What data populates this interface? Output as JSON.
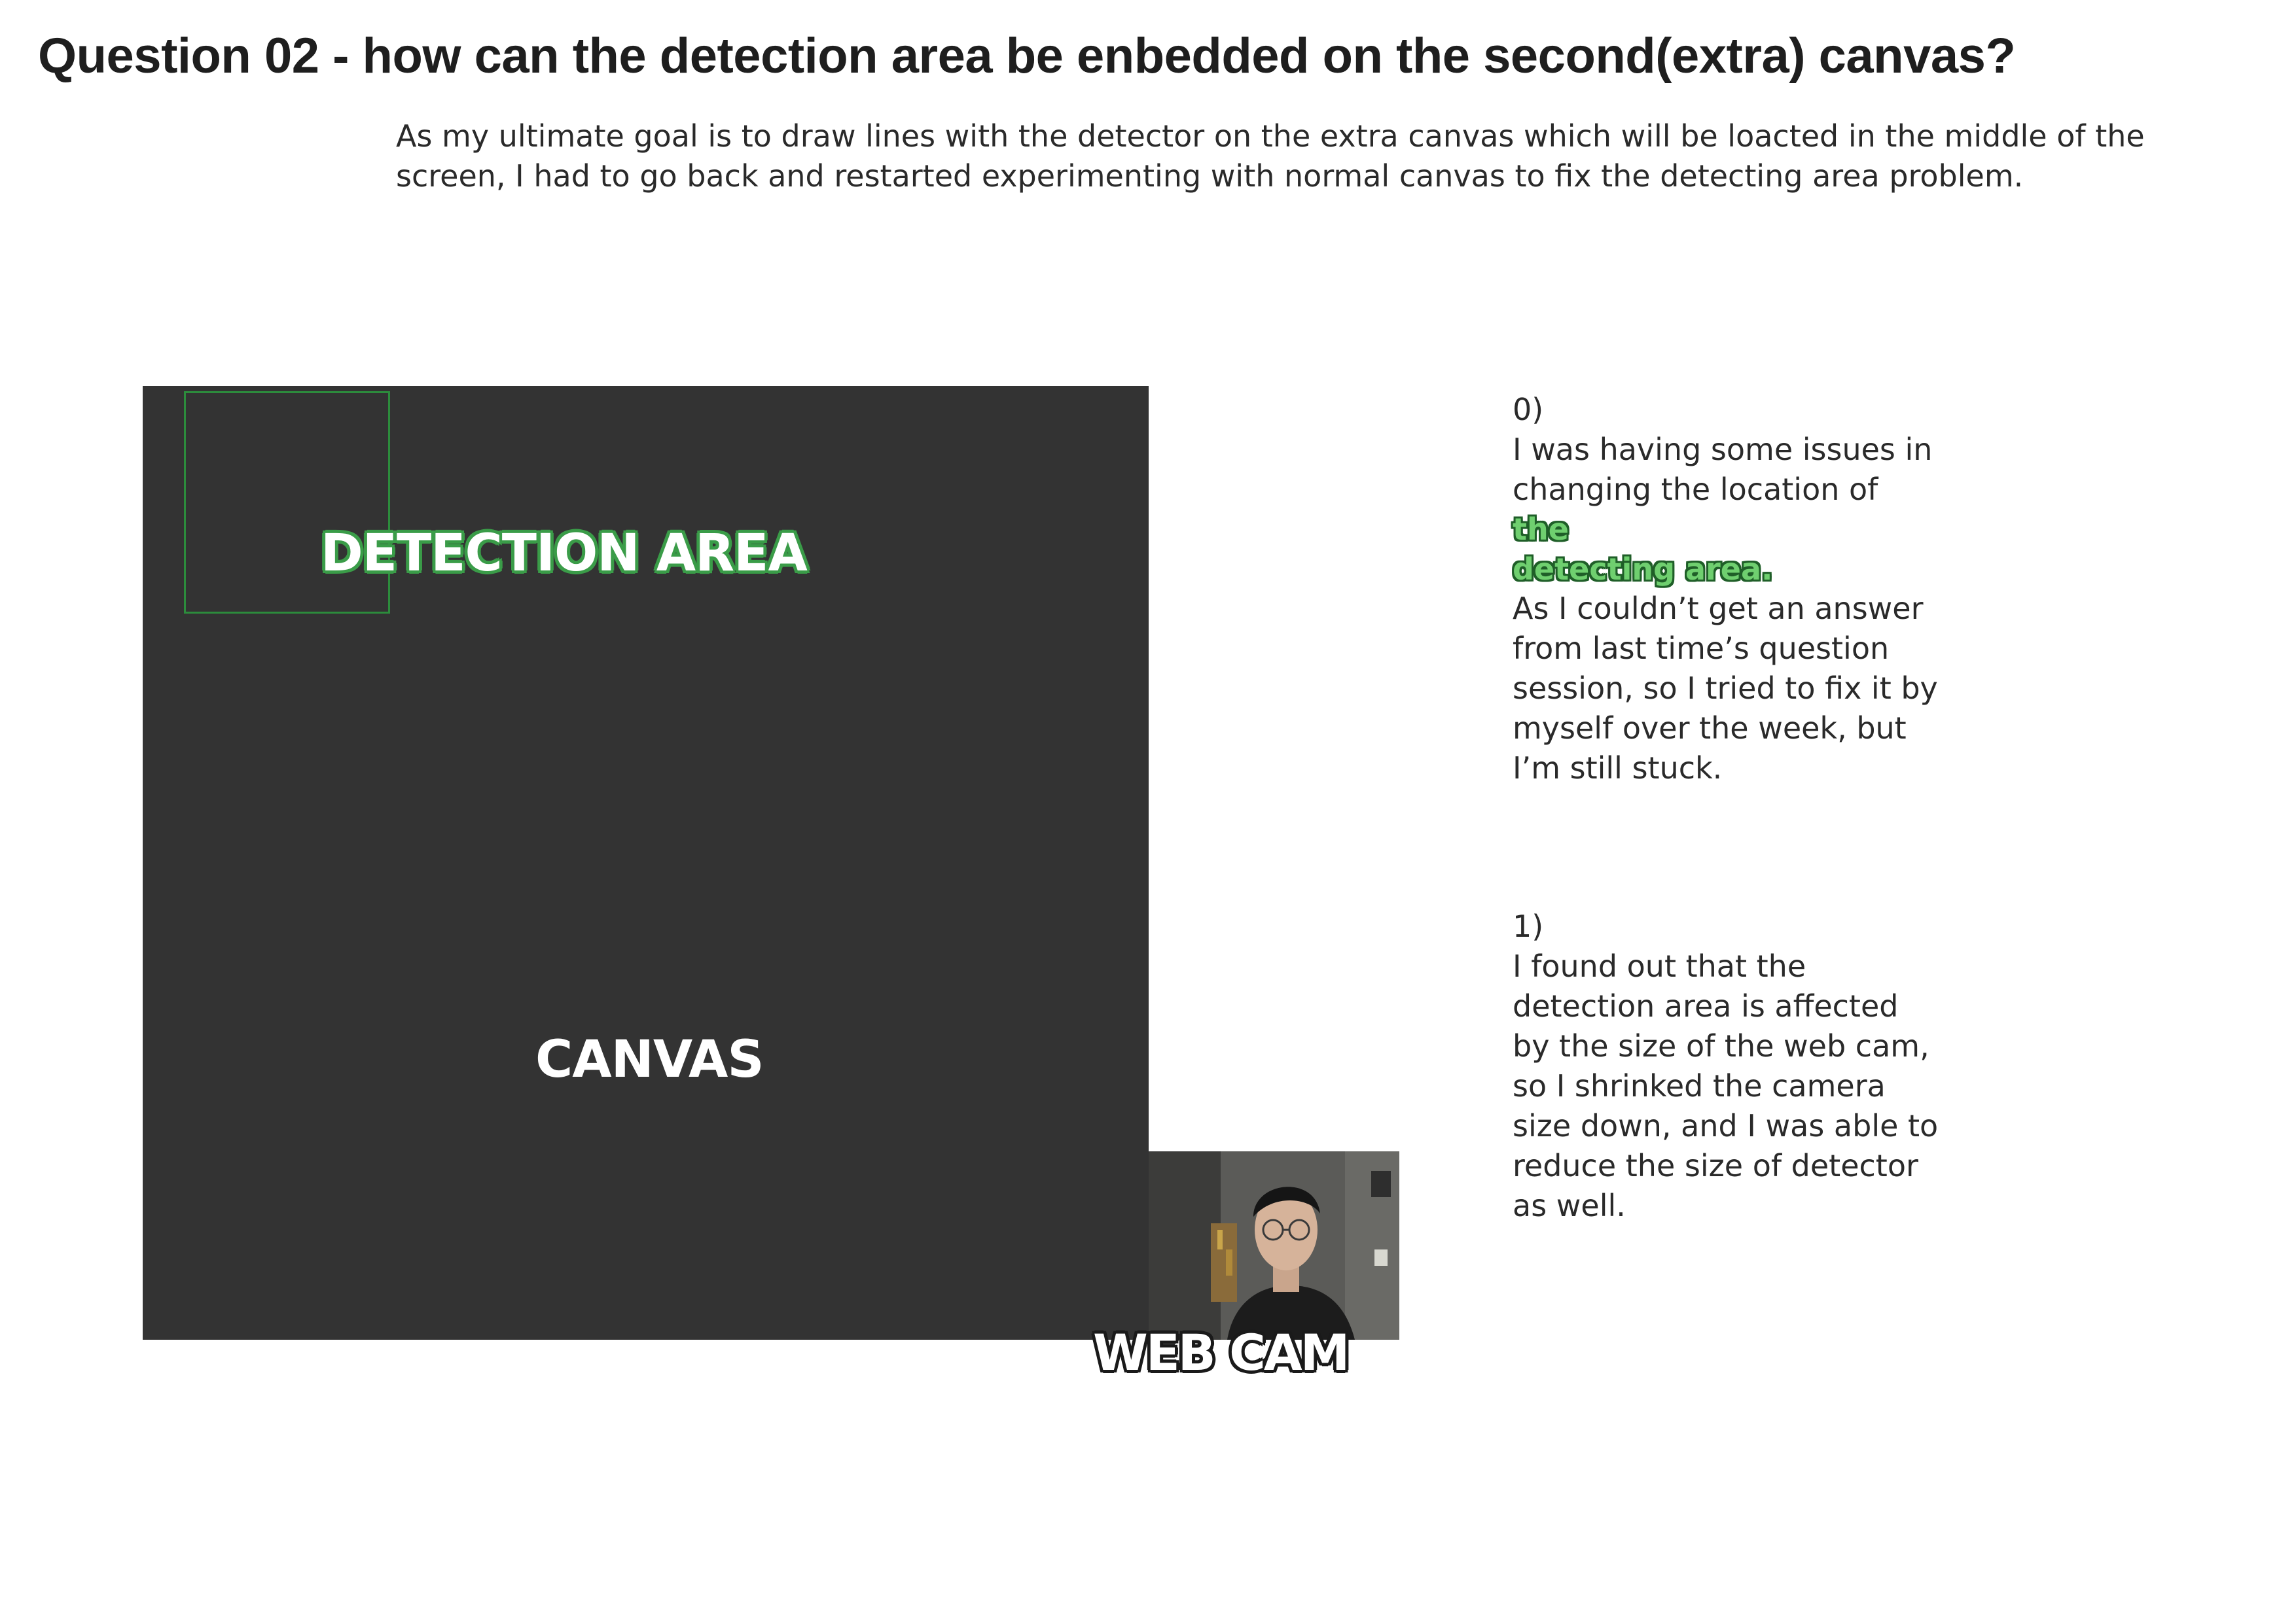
{
  "title": "Question 02 - how can the detection area be enbedded on the second(extra) canvas?",
  "intro": {
    "line1": "As my ultimate goal is to draw lines with the detector on the extra canvas which will be loacted in the middle of the",
    "line2": "screen, I had to go back and restarted experimenting with normal canvas to fix the detecting area problem."
  },
  "diagram": {
    "detection_label": "DETECTION AREA",
    "canvas_label": "CANVAS",
    "webcam_label": "WEB CAM",
    "colors": {
      "canvas_bg": "#333333",
      "detection_green": "#2c8c3c",
      "label_white": "#ffffff"
    }
  },
  "notes": {
    "step0": {
      "number": "0)",
      "line1": "I was having some issues in",
      "line2_prefix": "changing the location of ",
      "highlight_a": "the",
      "highlight_b": "detecting area.",
      "para2": [
        "As I couldn’t get an answer",
        "from last time’s question",
        "session, so I tried to fix it by",
        "myself over the week, but",
        "I’m still stuck."
      ]
    },
    "step1": {
      "number": "1)",
      "lines": [
        "I found out that the",
        "detection area is affected",
        "by the size of the web cam,",
        "so I shrinked the camera",
        "size down, and I was able to",
        "reduce the size of detector",
        "as well."
      ]
    }
  }
}
